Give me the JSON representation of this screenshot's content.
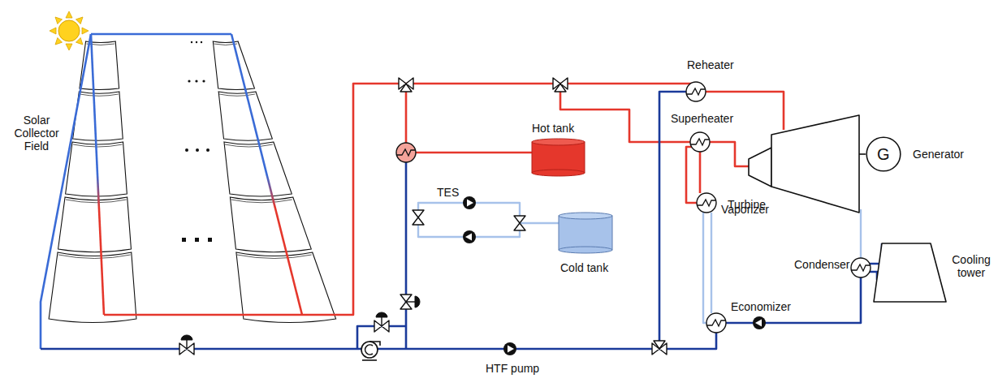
{
  "diagram": {
    "nodes": [
      {
        "text": [
          "G",
          "Generator"
        ]
      }
    ],
    "labels": [
      "Solar Collector Field",
      "Hot tank",
      "TES",
      "Cold tank",
      "HTF pump",
      "Reheater",
      "Superheater",
      "Vaporizer",
      "Economizer",
      "Condenser",
      "Cooling tower",
      "Turbine"
    ]
  }
}
